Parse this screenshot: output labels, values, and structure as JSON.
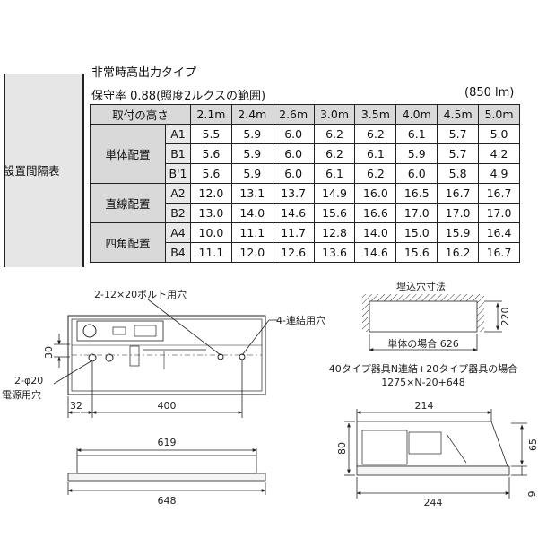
{
  "side_label": "設置間隔表",
  "header": {
    "title": "非常時高出力タイプ",
    "maintenance": "保守率 0.88(照度2ルクスの範囲)",
    "lumen": "(850 lm)"
  },
  "table": {
    "height_label": "取付の高さ",
    "columns": [
      "2.1m",
      "2.4m",
      "2.6m",
      "3.0m",
      "3.5m",
      "4.0m",
      "4.5m",
      "5.0m"
    ],
    "groups": [
      {
        "name": "単体配置",
        "rows": [
          {
            "sym": "A1",
            "values": [
              "5.5",
              "5.9",
              "6.0",
              "6.2",
              "6.2",
              "6.1",
              "5.7",
              "5.0"
            ]
          },
          {
            "sym": "B1",
            "values": [
              "5.6",
              "5.9",
              "6.0",
              "6.2",
              "6.1",
              "5.9",
              "5.7",
              "4.2"
            ]
          },
          {
            "sym": "B'1",
            "values": [
              "5.6",
              "5.9",
              "6.0",
              "6.1",
              "6.2",
              "6.0",
              "5.8",
              "4.9"
            ]
          }
        ]
      },
      {
        "name": "直線配置",
        "rows": [
          {
            "sym": "A2",
            "values": [
              "12.0",
              "13.1",
              "13.7",
              "14.9",
              "16.0",
              "16.5",
              "16.7",
              "16.7"
            ]
          },
          {
            "sym": "B2",
            "values": [
              "13.0",
              "14.0",
              "14.6",
              "15.6",
              "16.6",
              "17.0",
              "17.0",
              "17.0"
            ]
          }
        ]
      },
      {
        "name": "四角配置",
        "rows": [
          {
            "sym": "A4",
            "values": [
              "10.0",
              "11.1",
              "11.7",
              "12.8",
              "14.0",
              "15.0",
              "15.9",
              "16.4"
            ]
          },
          {
            "sym": "B4",
            "values": [
              "11.1",
              "12.0",
              "12.6",
              "13.6",
              "14.6",
              "15.6",
              "16.2",
              "16.7"
            ]
          }
        ]
      }
    ]
  },
  "drawing": {
    "bolt_hole": "2-12×20ボルト用穴",
    "link_hole": "4-連結用穴",
    "power_hole_1": "2-φ20",
    "power_hole_2": "電源用穴",
    "dim_30": "30",
    "dim_32": "32",
    "dim_400": "400",
    "dim_619": "619",
    "dim_648": "648",
    "cutout_title": "埋込穴寸法",
    "cutout_h": "220",
    "cutout_single": "単体の場合 626",
    "cutout_multi_1": "40タイプ器具N連結+20タイプ器具の場合",
    "cutout_multi_2": "1275×N-20+648",
    "dim_214": "214",
    "dim_80": "80",
    "dim_65": "65",
    "dim_9": "9",
    "dim_244": "244"
  }
}
